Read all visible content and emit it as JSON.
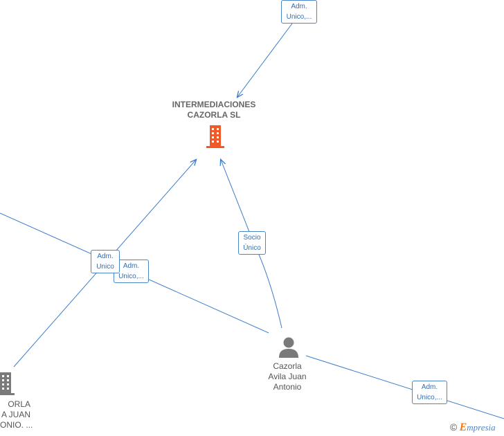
{
  "nodes": {
    "main_company": {
      "line1": "INTERMEDIACIONES",
      "line2": "CAZORLA  SL",
      "icon": "building-icon",
      "color": "#f05a28"
    },
    "person": {
      "line1": "Cazorla",
      "line2": "Avila Juan",
      "line3": "Antonio",
      "icon": "person-icon",
      "color": "#7a7a7a"
    },
    "left_company": {
      "line1": "ORLA",
      "line2": "A JUAN",
      "line3": "ONIO. ...",
      "icon": "building-icon",
      "color": "#7a7a7a"
    }
  },
  "edges": {
    "top_role": {
      "line1": "Adm.",
      "line2": "Unico,..."
    },
    "left_role_a": {
      "line1": "Adm.",
      "line2": "Unico"
    },
    "left_role_b": {
      "line1": "Adm.",
      "line2": "Unico,..."
    },
    "socio_role": {
      "line1": "Socio",
      "line2": "Único"
    },
    "right_role": {
      "line1": "Adm.",
      "line2": "Unico,..."
    }
  },
  "colors": {
    "edge": "#3d7cc9",
    "label_border": "#4a86c8",
    "label_text": "#2f6db5"
  },
  "brand": {
    "copyright": "©",
    "e": "E",
    "rest": "mpresia"
  }
}
